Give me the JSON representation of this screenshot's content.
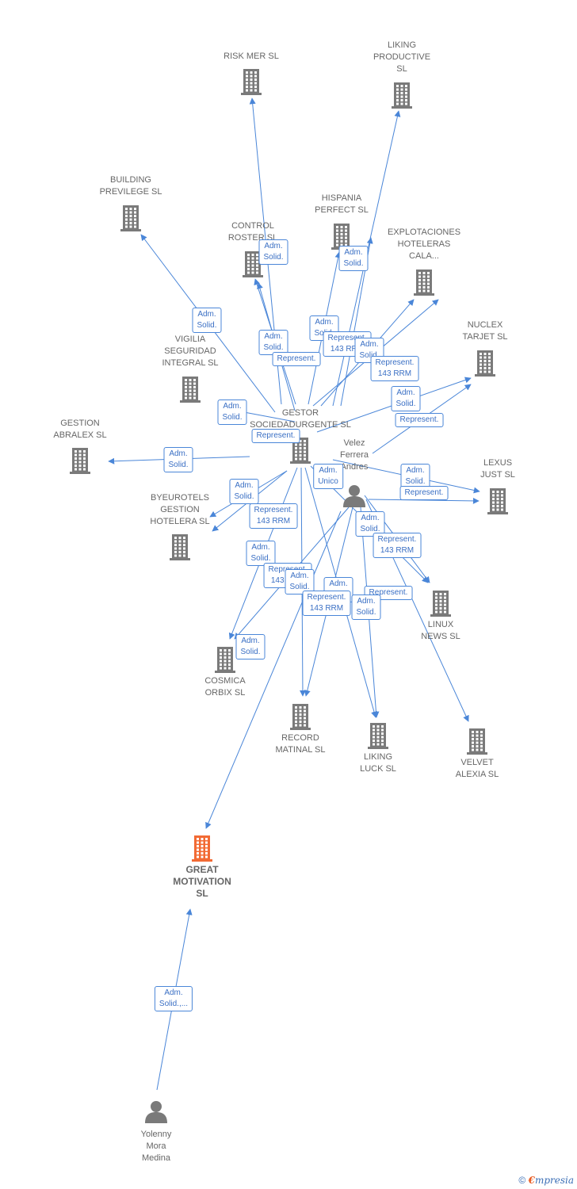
{
  "colors": {
    "edge": "#4a86d8",
    "company": "#7a7a7a",
    "focus": "#f26a34",
    "person": "#7a7a7a"
  },
  "nodes": [
    {
      "id": "risk",
      "type": "company",
      "label": [
        "RISK MER  SL"
      ]
    },
    {
      "id": "liking_prod",
      "type": "company",
      "label": [
        "LIKING",
        "PRODUCTIVE",
        "SL"
      ]
    },
    {
      "id": "building",
      "type": "company",
      "label": [
        "BUILDING",
        "PREVILEGE  SL"
      ]
    },
    {
      "id": "hispania",
      "type": "company",
      "label": [
        "HISPANIA",
        "PERFECT  SL"
      ]
    },
    {
      "id": "control",
      "type": "company",
      "label": [
        "CONTROL",
        "ROSTER  SL"
      ]
    },
    {
      "id": "explot",
      "type": "company",
      "label": [
        "EXPLOTACIONES",
        "HOTELERAS",
        "CALA..."
      ]
    },
    {
      "id": "nuclex",
      "type": "company",
      "label": [
        "NUCLEX",
        "TARJET  SL"
      ]
    },
    {
      "id": "vigilia",
      "type": "company",
      "label": [
        "VIGILIA",
        "SEGURIDAD",
        "INTEGRAL  SL"
      ]
    },
    {
      "id": "gestor",
      "type": "company",
      "label": [
        "GESTOR",
        "SOCIEDADURGENTE SL"
      ]
    },
    {
      "id": "gestion",
      "type": "company",
      "label": [
        "GESTION",
        "ABRALEX  SL"
      ]
    },
    {
      "id": "velez",
      "type": "person",
      "label": [
        "Velez",
        "Ferrera",
        "Andres"
      ]
    },
    {
      "id": "lexus",
      "type": "company",
      "label": [
        "LEXUS",
        "JUST  SL"
      ]
    },
    {
      "id": "byeu",
      "type": "company",
      "label": [
        "BYEUROTELS",
        "GESTION",
        "HOTELERA  SL"
      ]
    },
    {
      "id": "linux",
      "type": "company",
      "label": [
        "LINUX",
        "NEWS  SL"
      ]
    },
    {
      "id": "cosmica",
      "type": "company",
      "label": [
        "COSMICA",
        "ORBIX  SL"
      ]
    },
    {
      "id": "record",
      "type": "company",
      "label": [
        "RECORD",
        "MATINAL  SL"
      ]
    },
    {
      "id": "likingluck",
      "type": "company",
      "label": [
        "LIKING",
        "LUCK  SL"
      ]
    },
    {
      "id": "velvet",
      "type": "company",
      "label": [
        "VELVET",
        "ALEXIA  SL"
      ]
    },
    {
      "id": "great",
      "type": "focus",
      "label": [
        "GREAT",
        "MOTIVATION",
        "SL"
      ]
    },
    {
      "id": "yolenny",
      "type": "person",
      "label": [
        "Yolenny",
        "Mora",
        "Medina"
      ]
    }
  ],
  "edge_labels": [
    [
      "Adm.",
      "Solid."
    ],
    [
      "Adm.",
      "Solid."
    ],
    [
      "Adm.",
      "Solid."
    ],
    [
      "Adm.",
      "Solid."
    ],
    [
      "Adm.",
      "Solid."
    ],
    [
      "Represent.",
      "143 RRM"
    ],
    [
      "Adm.",
      "Solid."
    ],
    [
      "Represent."
    ],
    [
      "Represent.",
      "143 RRM"
    ],
    [
      "Adm.",
      "Solid."
    ],
    [
      "Adm.",
      "Solid."
    ],
    [
      "Represent."
    ],
    [
      "Represent."
    ],
    [
      "Adm.",
      "Solid."
    ],
    [
      "Adm.",
      "Unico"
    ],
    [
      "Adm.",
      "Solid."
    ],
    [
      "Represent."
    ],
    [
      "Adm.",
      "Solid."
    ],
    [
      "Represent.",
      "143 RRM"
    ],
    [
      "Adm.",
      "Solid."
    ],
    [
      "Represent.",
      "143 RRM"
    ],
    [
      "Adm.",
      "Solid."
    ],
    [
      "Represent.",
      "143 RRM"
    ],
    [
      "Adm.",
      "Solid."
    ],
    [
      "Adm.",
      "Solid."
    ],
    [
      "Represent."
    ],
    [
      "Adm.",
      "Solid."
    ],
    [
      "Represent.",
      "143 RRM"
    ],
    [
      "Adm.",
      "Solid."
    ],
    [
      "Adm.",
      "Solid.,..."
    ]
  ],
  "footer": {
    "copyright": "©",
    "brand_e": "€",
    "brand_rest": "mpresia"
  }
}
